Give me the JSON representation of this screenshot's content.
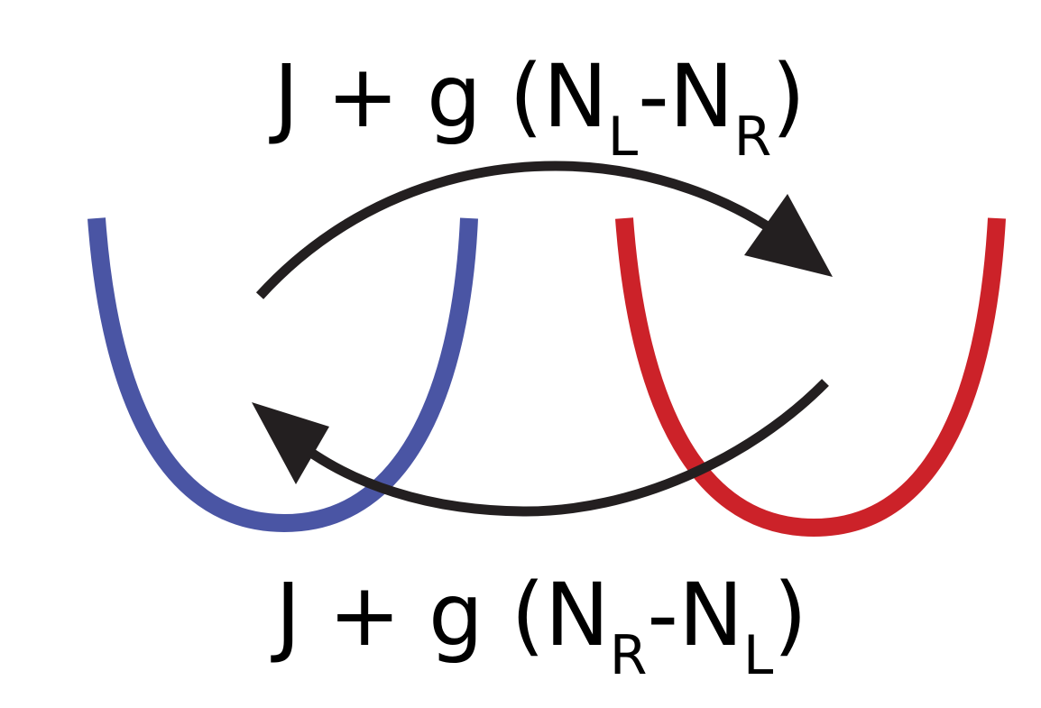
{
  "colors": {
    "left_well": "#4a55a4",
    "right_well": "#cc2229",
    "arrow": "#231f20",
    "text": "#000000",
    "background": "#ffffff"
  },
  "top_label": {
    "prefix": "J + g (N",
    "sub1": "L",
    "middle": "-N",
    "sub2": "R",
    "suffix": ")"
  },
  "bottom_label": {
    "prefix": "J + g (N",
    "sub1": "R",
    "middle": "-N",
    "sub2": "L",
    "suffix": ")"
  }
}
